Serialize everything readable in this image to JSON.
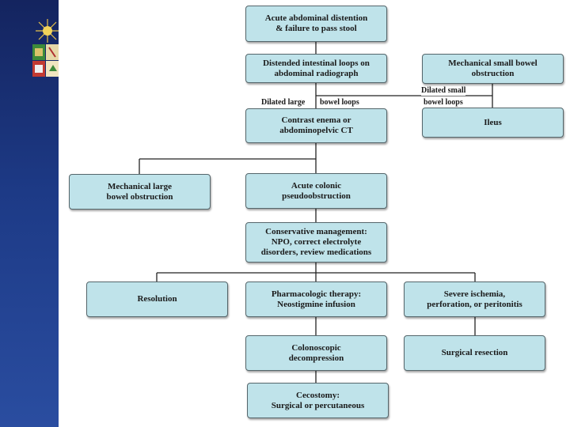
{
  "slide": {
    "colors": {
      "sidebar": "#1d3a86",
      "box_fill": "#bfe3ea",
      "box_border": "#55666b"
    }
  },
  "flowchart": {
    "nodes": {
      "acute_distention": "Acute abdominal distention\n& failure to pass stool",
      "distended_loops": "Distended intestinal loops on\nabdominal radiograph",
      "mech_small_bowel": "Mechanical small bowel\nobstruction",
      "ileus": "Ileus",
      "contrast_enema": "Contrast enema or\nabdominopelvic CT",
      "mech_large_bowel": "Mechanical large\nbowel obstruction",
      "acute_pseudo": "Acute colonic\npseudoobstruction",
      "conservative": "Conservative management:\nNPO, correct electrolyte\ndisorders, review medications",
      "resolution": "Resolution",
      "pharmacologic": "Pharmacologic therapy:\nNeostigmine infusion",
      "severe_ischemia": "Severe ischemia,\nperforation, or peritonitis",
      "colonoscopic": "Colonoscopic\ndecompression",
      "surgical_resection": "Surgical resection",
      "cecostomy": "Cecostomy:\nSurgical or percutaneous"
    },
    "edge_labels": {
      "dilated_large": "Dilated large",
      "bowel_loops_large": "bowel loops",
      "dilated_small": "Dilated small",
      "bowel_loops_small": "bowel loops"
    }
  }
}
